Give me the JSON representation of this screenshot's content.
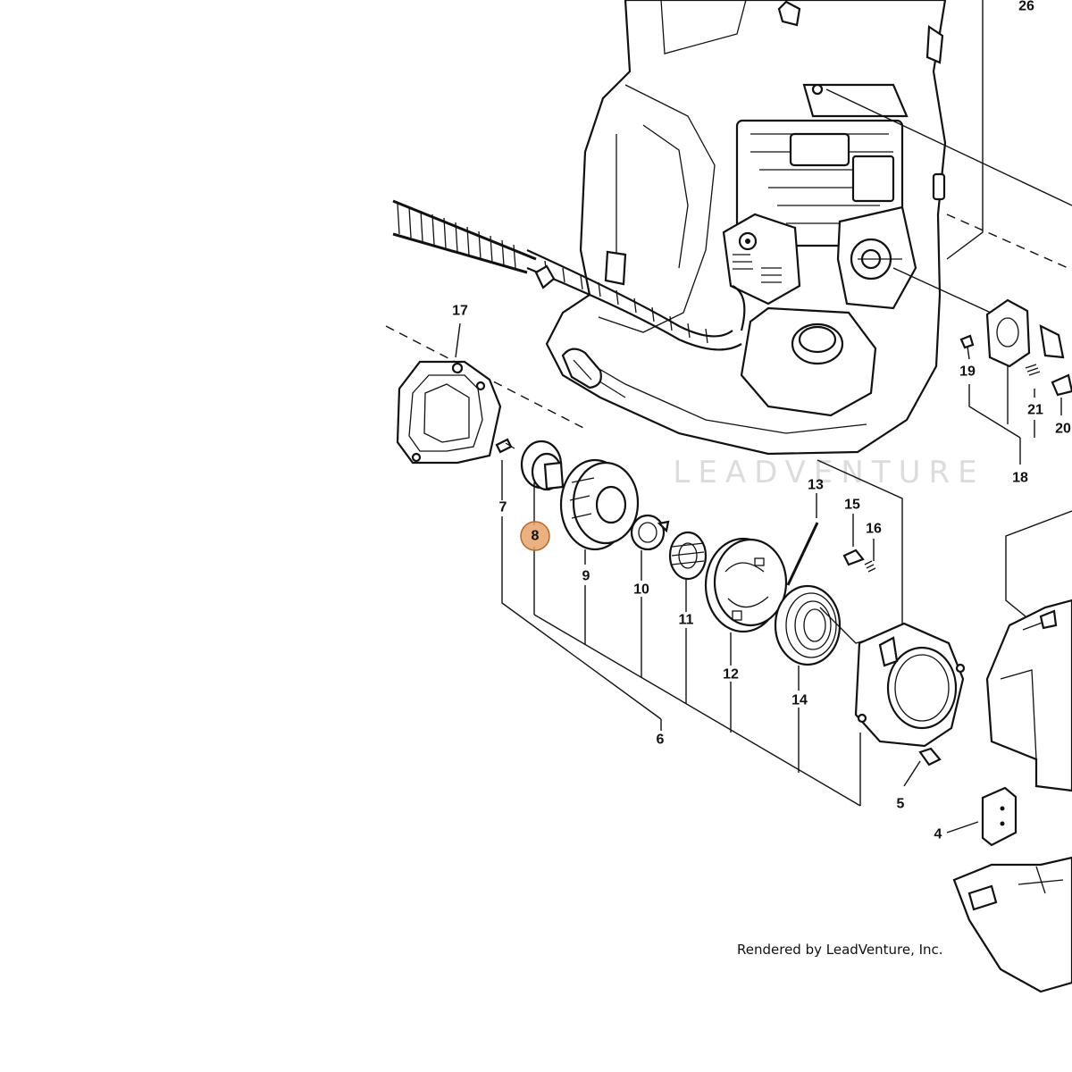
{
  "watermark": "LEADVENTURE",
  "credit": "Rendered by LeadVenture, Inc.",
  "highlight_color": "#e6a36b",
  "callouts": {
    "c4": "4",
    "c5": "5",
    "c6": "6",
    "c7": "7",
    "c8": "8",
    "c9": "9",
    "c10": "10",
    "c11": "11",
    "c12": "12",
    "c13": "13",
    "c14": "14",
    "c15": "15",
    "c16": "16",
    "c17": "17",
    "c18": "18",
    "c19": "19",
    "c20": "20",
    "c21": "21",
    "c26": "26"
  },
  "selected_callout": "8"
}
